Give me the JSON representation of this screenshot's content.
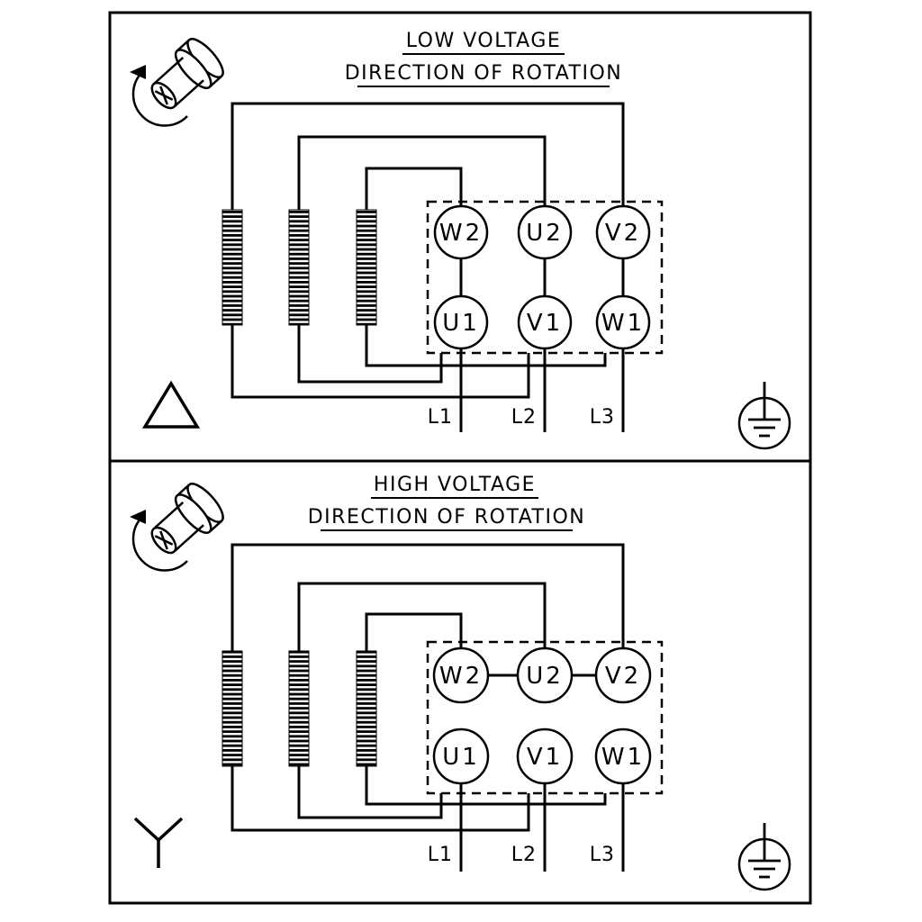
{
  "diagram": {
    "background_color": "#ffffff",
    "line_color": "#000000",
    "panels": [
      {
        "title": "LOW VOLTAGE",
        "subtitle": "DIRECTION OF ROTATION",
        "connection_symbol": "delta",
        "rotation_icon": "motor-shaft-rotation",
        "ground_icon": "protective-earth",
        "terminals_top": [
          "W2",
          "U2",
          "V2"
        ],
        "terminals_bottom": [
          "U1",
          "V1",
          "W1"
        ],
        "supply_lines": [
          "L1",
          "L2",
          "L3"
        ]
      },
      {
        "title": "HIGH VOLTAGE",
        "subtitle": "DIRECTION OF ROTATION",
        "connection_symbol": "star",
        "rotation_icon": "motor-shaft-rotation",
        "ground_icon": "protective-earth",
        "terminals_top": [
          "W2",
          "U2",
          "V2"
        ],
        "terminals_bottom": [
          "U1",
          "V1",
          "W1"
        ],
        "supply_lines": [
          "L1",
          "L2",
          "L3"
        ]
      }
    ]
  }
}
